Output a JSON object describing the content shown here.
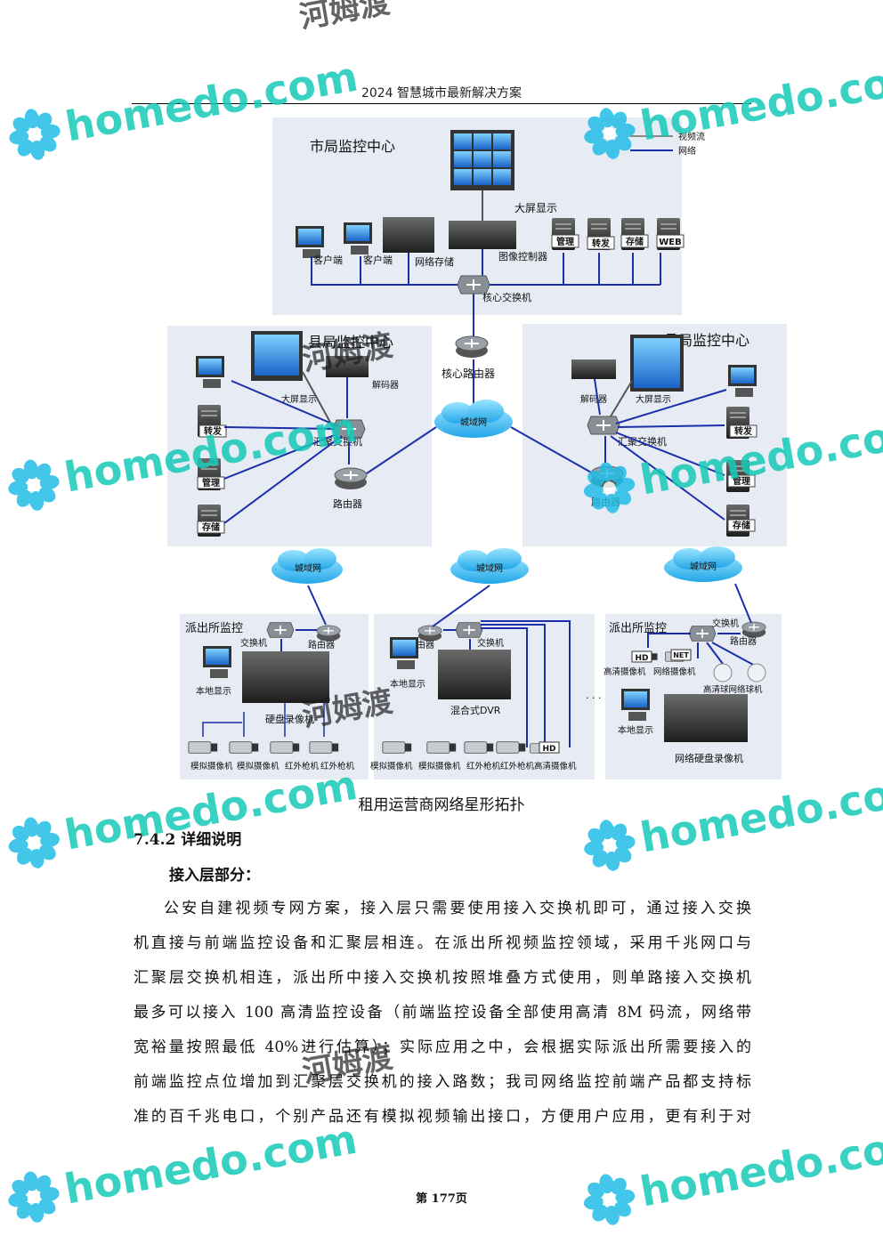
{
  "header": {
    "title": "2024 智慧城市最新解决方案"
  },
  "diagram": {
    "city_center": {
      "title": "市局监控中心",
      "legend": [
        {
          "label": "视频流",
          "color": "#8a8a8a"
        },
        {
          "label": "网络",
          "color": "#1a2fa8"
        }
      ],
      "video_wall": "大屏显示",
      "client_1": "客户端",
      "client_2": "客户端",
      "storage": "网络存储",
      "controller": "图像控制器",
      "servers": [
        "管理",
        "转发",
        "存储",
        "WEB"
      ],
      "core_switch": "核心交换机"
    },
    "core_router": "核心路由器",
    "wan_center": "城域网",
    "county_left": {
      "title": "县局监控中心",
      "video_wall": "大屏显示",
      "decoder": "解码器",
      "switch": "汇聚交换机",
      "router": "路由器",
      "servers": [
        "转发",
        "管理",
        "存储"
      ]
    },
    "county_right": {
      "title": "县局监控中心",
      "video_wall": "大屏显示",
      "decoder": "解码器",
      "switch": "汇聚交换机",
      "router": "路由器",
      "servers": [
        "转发",
        "管理",
        "存储"
      ]
    },
    "wan_left": "城域网",
    "wan_mid": "城域网",
    "wan_right": "城域网",
    "station_left": {
      "title": "派出所监控",
      "switch": "交换机",
      "router": "路由器",
      "display": "本地显示",
      "recorder": "硬盘录像机",
      "cameras": [
        "模拟摄像机",
        "模拟摄像机",
        "红外枪机",
        "红外枪机"
      ]
    },
    "station_mid": {
      "router": "路由器",
      "switch": "交换机",
      "display": "本地显示",
      "recorder": "混合式DVR",
      "cameras": [
        "模拟摄像机",
        "模拟摄像机",
        "红外枪机",
        "红外枪机",
        "高清摄像机"
      ],
      "hd_badge": "HD"
    },
    "station_right": {
      "title": "派出所监控",
      "switch": "交换机",
      "router": "路由器",
      "cam_hd": "高清摄像机",
      "cam_net": "网络摄像机",
      "dome": "高清球网络球机",
      "display": "本地显示",
      "recorder": "网络硬盘录像机",
      "hd_badge": "HD",
      "net_badge": "NET"
    },
    "ellipsis": "· · ·"
  },
  "caption": "租用运营商网络星形拓扑",
  "section": {
    "heading": "7.4.2 详细说明",
    "subheading": "接入层部分："
  },
  "paragraph": [
    "公安自建视频专网方案，接入层只需要使用接入交换机即可，通过接入交换",
    "机直接与前端监控设备和汇聚层相连。在派出所视频监控领域，采用千兆网口与",
    "汇聚层交换机相连，派出所中接入交换机按照堆叠方式使用，则单路接入交换机",
    "最多可以接入 100 高清监控设备（前端监控设备全部使用高清 8M 码流，网络带",
    "宽裕量按照最低 40%进行估算）；实际应用之中，会根据实际派出所需要接入的",
    "前端监控点位增加到汇聚层交换机的接入路数；我司网络监控前端产品都支持标",
    "准的百千兆电口，个别产品还有模拟视频输出接口，方便用户应用，更有利于对"
  ],
  "footer": {
    "page": "第 177页"
  },
  "watermark": {
    "latin": "homedo.com",
    "cjk": "河姆渡",
    "color": "#16c9b8",
    "accent": "#1fb6e8"
  }
}
